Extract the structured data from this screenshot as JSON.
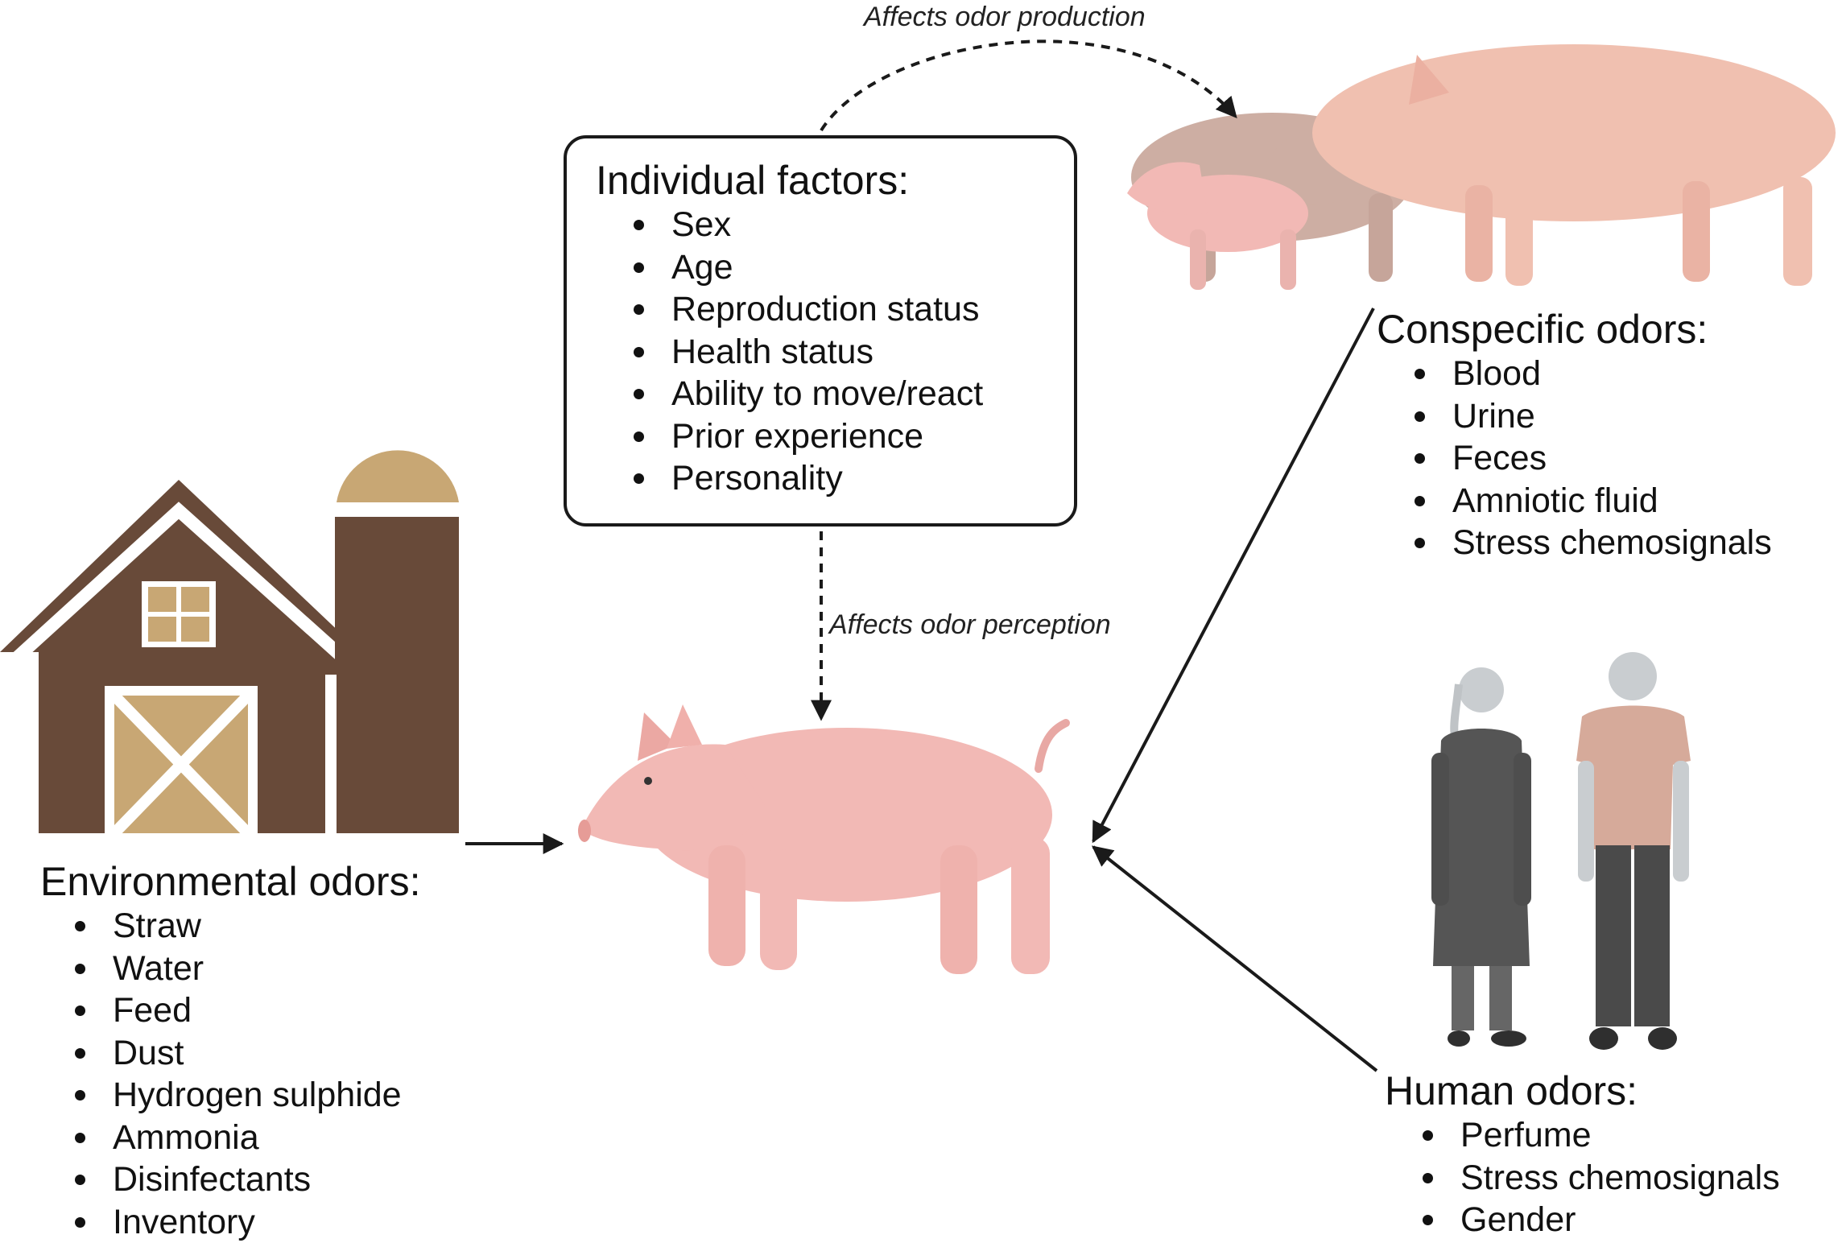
{
  "individual": {
    "title": "Individual factors:",
    "items": [
      "Sex",
      "Age",
      "Reproduction status",
      "Health status",
      "Ability to move/react",
      "Prior experience",
      "Personality"
    ]
  },
  "conspecific": {
    "title": "Conspecific odors:",
    "items": [
      "Blood",
      "Urine",
      "Feces",
      "Amniotic fluid",
      "Stress chemosignals"
    ]
  },
  "environmental": {
    "title": "Environmental odors:",
    "items": [
      "Straw",
      "Water",
      "Feed",
      "Dust",
      "Hydrogen sulphide",
      "Ammonia",
      "Disinfectants",
      "Inventory"
    ]
  },
  "human": {
    "title": "Human odors:",
    "items": [
      "Perfume",
      "Stress chemosignals",
      "Gender"
    ]
  },
  "annotations": {
    "production": "Affects odor production",
    "perception": "Affects odor perception"
  },
  "colors": {
    "barn_brown": "#684a39",
    "barn_tan": "#c8a774",
    "pig_pink": "#f2b9b5",
    "pig_tan": "#cdaea3",
    "pig_adult": "#f0c0b0",
    "coat_gray": "#555555",
    "human_gray": "#c9cdd0",
    "shirt": "#d6aa9a"
  }
}
